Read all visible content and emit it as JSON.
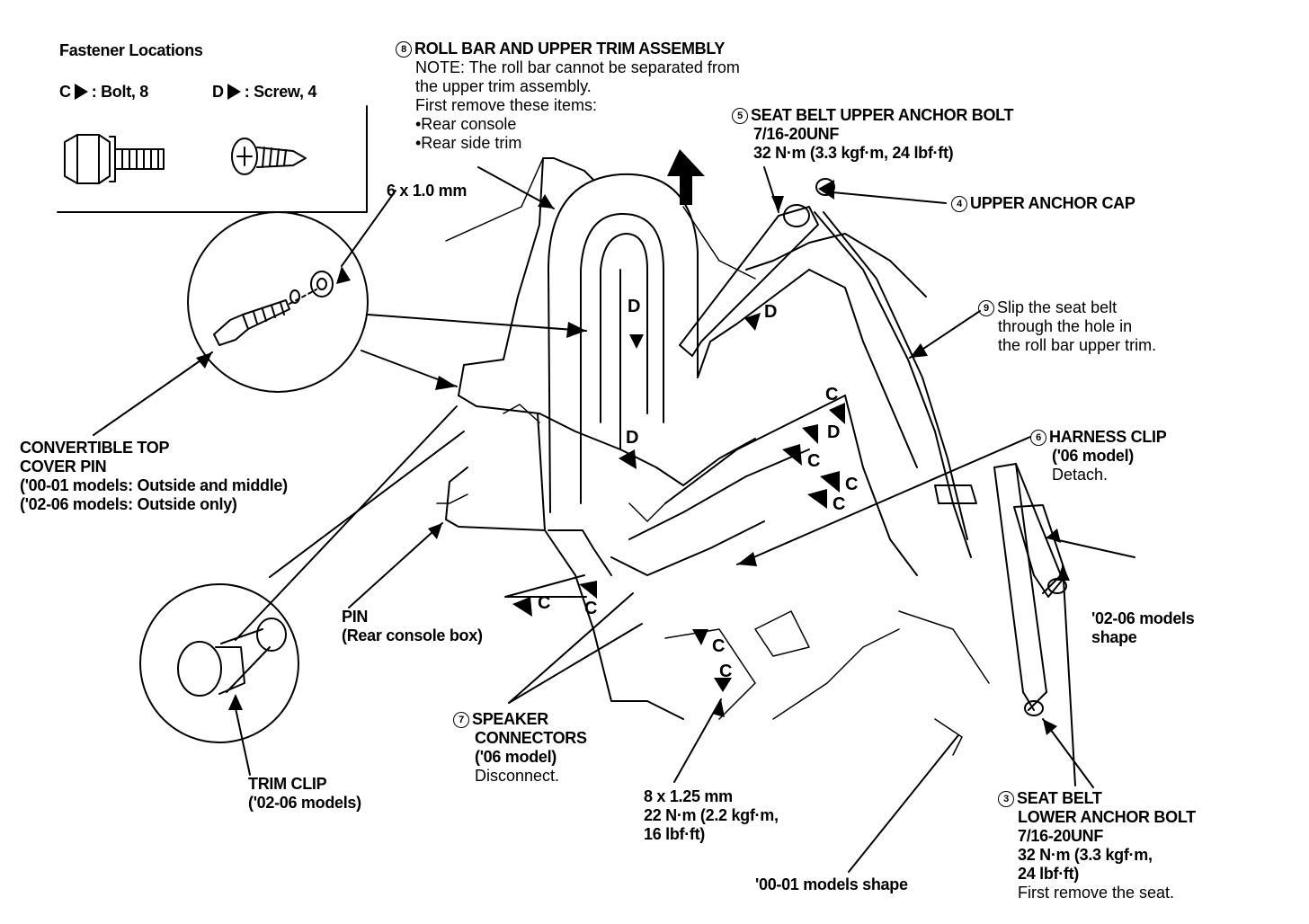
{
  "fastener_box": {
    "title": "Fastener Locations",
    "c_letter": "C",
    "c_text": ": Bolt, 8",
    "d_letter": "D",
    "d_text": ": Screw, 4"
  },
  "roll_bar": {
    "number": "8",
    "title": "ROLL BAR AND UPPER TRIM ASSEMBLY",
    "note1": "NOTE: The roll bar cannot be separated from",
    "note2": "the upper trim assembly.",
    "note3": "First remove these items:",
    "item1": "•Rear console",
    "item2": "•Rear side trim"
  },
  "upper_anchor_bolt": {
    "number": "5",
    "title": "SEAT BELT UPPER ANCHOR BOLT",
    "spec": "7/16-20UNF",
    "torque": "32 N·m (3.3 kgf·m, 24 lbf·ft)"
  },
  "upper_anchor_cap": {
    "number": "4",
    "title": "UPPER ANCHOR CAP"
  },
  "slip_belt": {
    "number": "9",
    "line1": "Slip the seat belt",
    "line2": "through the hole in",
    "line3": "the roll bar upper trim."
  },
  "bolt_size": "6 x 1.0 mm",
  "top_cover_pin": {
    "line1": "CONVERTIBLE TOP",
    "line2": "COVER PIN",
    "line3": "('00-01 models: Outside and middle)",
    "line4": "('02-06 models: Outside only)"
  },
  "harness_clip": {
    "number": "6",
    "title": "HARNESS CLIP",
    "model": "('06 model)",
    "action": "Detach."
  },
  "models_0206_shape": {
    "line1": "'02-06 models",
    "line2": "shape"
  },
  "pin": {
    "line1": "PIN",
    "line2": "(Rear console box)"
  },
  "speaker": {
    "number": "7",
    "line1": "SPEAKER",
    "line2": "CONNECTORS",
    "line3": "('06 model)",
    "line4": "Disconnect."
  },
  "trim_clip": {
    "line1": "TRIM CLIP",
    "line2": "('02-06 models)"
  },
  "lower_bolt_torque": {
    "line1": "8 x 1.25 mm",
    "line2": "22 N·m (2.2 kgf·m,",
    "line3": "16 lbf·ft)"
  },
  "models_0001_shape": "'00-01 models shape",
  "lower_anchor_bolt": {
    "number": "3",
    "line1": "SEAT BELT",
    "line2": "LOWER ANCHOR BOLT",
    "line3": "7/16-20UNF",
    "line4": "32 N·m (3.3 kgf·m,",
    "line5": "24 lbf·ft)",
    "line6": "First remove the seat."
  },
  "callouts": {
    "c": "C",
    "d": "D"
  }
}
